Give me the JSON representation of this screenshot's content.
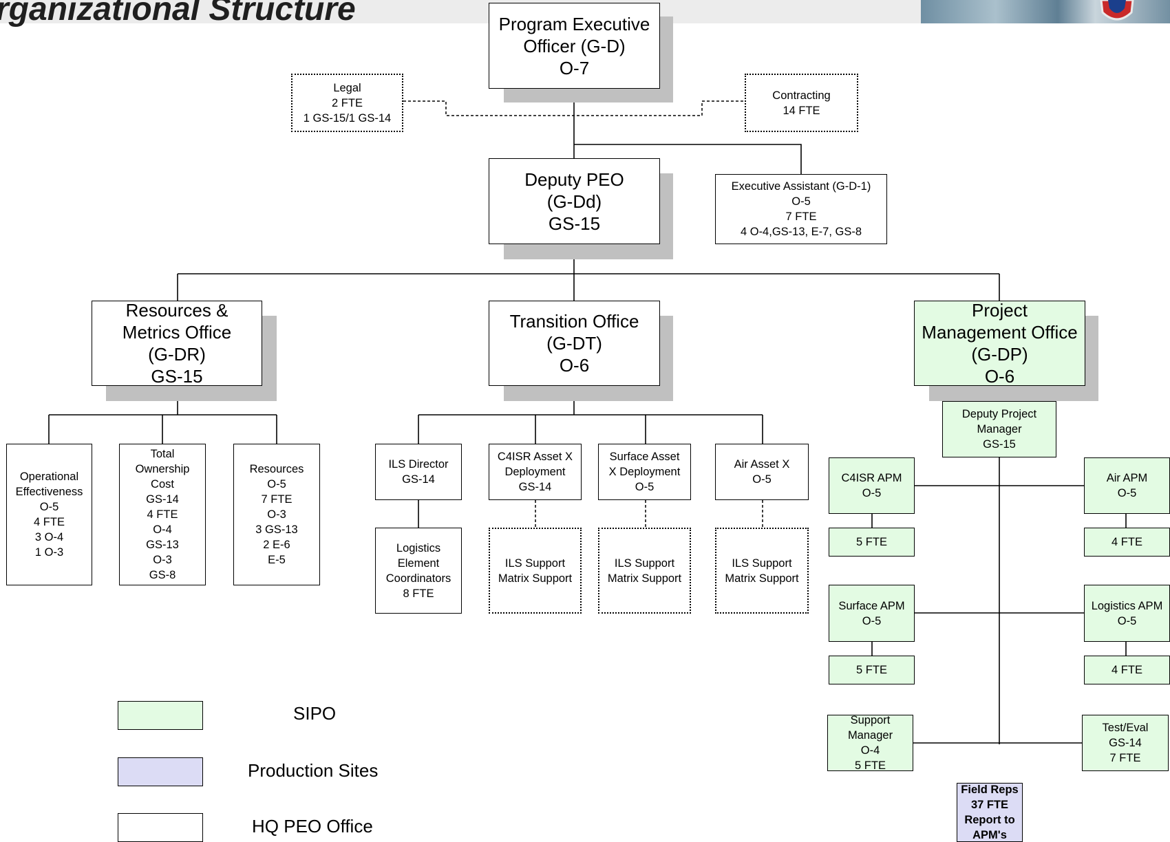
{
  "title": "rganizational Structure",
  "colors": {
    "sipo": "#e3fbe3",
    "production": "#dcdcf5",
    "hq": "#ffffff",
    "shadow": "#c0c0c0"
  },
  "nodes": {
    "peo": [
      "Program Executive",
      "Officer (G-D)",
      "O-7"
    ],
    "legal": [
      "Legal",
      "2 FTE",
      "1 GS-15/1 GS-14"
    ],
    "contracting": [
      "Contracting",
      "14 FTE"
    ],
    "deputy_peo": [
      "Deputy PEO",
      "(G-Dd)",
      "GS-15"
    ],
    "exec_assistant": [
      "Executive Assistant (G-D-1)",
      "O-5",
      "7 FTE",
      "4 O-4,GS-13, E-7, GS-8"
    ],
    "resources_metrics": [
      "Resources &",
      "Metrics Office",
      "(G-DR)",
      "GS-15"
    ],
    "transition": [
      "Transition Office",
      "(G-DT)",
      "O-6"
    ],
    "pmo": [
      "Project",
      "Management Office",
      "(G-DP)",
      "O-6"
    ],
    "op_eff": [
      "Operational",
      "Effectiveness",
      "O-5",
      "4 FTE",
      "3 O-4",
      "1 O-3"
    ],
    "toc": [
      "Total",
      "Ownership",
      "Cost",
      "GS-14",
      "4 FTE",
      "O-4",
      "GS-13",
      "O-3",
      "GS-8"
    ],
    "resources": [
      "Resources",
      "O-5",
      "7 FTE",
      "O-3",
      "3 GS-13",
      "2 E-6",
      "E-5"
    ],
    "ils_director": [
      "ILS Director",
      "GS-14"
    ],
    "c4isr_deploy": [
      "C4ISR Asset X",
      "Deployment",
      "GS-14"
    ],
    "surface_deploy": [
      "Surface Asset",
      "X Deployment",
      "O-5"
    ],
    "air_asset": [
      "Air Asset X",
      "O-5"
    ],
    "log_coord": [
      "Logistics",
      "Element",
      "Coordinators",
      "8 FTE"
    ],
    "ils_support_1": [
      "ILS Support",
      "Matrix Support"
    ],
    "ils_support_2": [
      "ILS Support",
      "Matrix Support"
    ],
    "ils_support_3": [
      "ILS Support",
      "Matrix Support"
    ],
    "deputy_pm": [
      "Deputy Project",
      "Manager",
      "GS-15"
    ],
    "c4isr_apm": [
      "C4ISR APM",
      "O-5"
    ],
    "c4isr_fte": [
      "5 FTE"
    ],
    "air_apm": [
      "Air APM",
      "O-5"
    ],
    "air_fte": [
      "4 FTE"
    ],
    "surface_apm": [
      "Surface APM",
      "O-5"
    ],
    "surface_fte": [
      "5 FTE"
    ],
    "logistics_apm": [
      "Logistics APM",
      "O-5"
    ],
    "logistics_fte": [
      "4 FTE"
    ],
    "support_mgr": [
      "Support",
      "Manager",
      "O-4",
      "5 FTE"
    ],
    "test_eval": [
      "Test/Eval",
      "GS-14",
      "7 FTE"
    ],
    "field_reps": [
      "Field Reps",
      "37 FTE",
      "Report to",
      "APM's"
    ]
  },
  "legend": [
    {
      "label": "SIPO",
      "color": "#e3fbe3"
    },
    {
      "label": "Production Sites",
      "color": "#dcdcf5"
    },
    {
      "label": "HQ PEO Office",
      "color": "#ffffff"
    }
  ]
}
